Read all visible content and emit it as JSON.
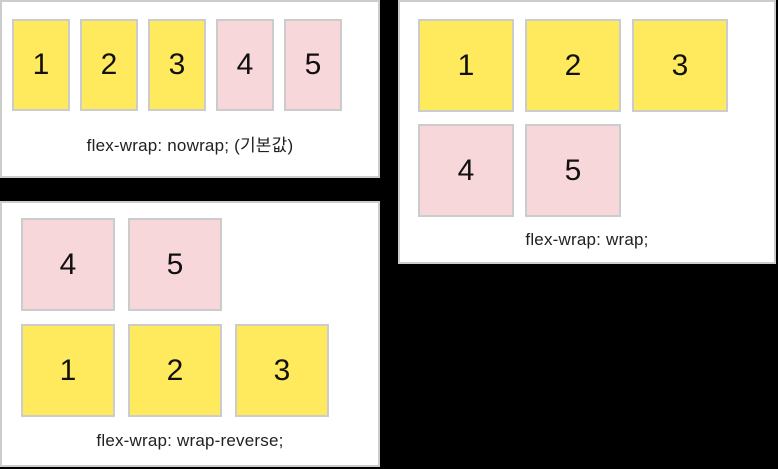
{
  "colors": {
    "page_bg": "#000000",
    "panel_bg": "#ffffff",
    "border_gray": "#cccccc",
    "yellow": "#ffe95c",
    "pink": "#f8d7da",
    "text_dark": "#212121",
    "number_dark": "#111111"
  },
  "panels": [
    {
      "id": "nowrap",
      "label": "flex-wrap: nowrap; (기본값)",
      "boxes": [
        {
          "n": "1",
          "type": "yellow"
        },
        {
          "n": "2",
          "type": "yellow"
        },
        {
          "n": "3",
          "type": "yellow"
        },
        {
          "n": "4",
          "type": "pink"
        },
        {
          "n": "5",
          "type": "pink"
        }
      ]
    },
    {
      "id": "wrap",
      "label": "flex-wrap: wrap;",
      "boxes": [
        {
          "n": "1",
          "type": "yellow"
        },
        {
          "n": "2",
          "type": "yellow"
        },
        {
          "n": "3",
          "type": "yellow"
        },
        {
          "n": "4",
          "type": "pink"
        },
        {
          "n": "5",
          "type": "pink"
        }
      ]
    },
    {
      "id": "wrap-reverse",
      "label": "flex-wrap: wrap-reverse;",
      "boxes": [
        {
          "n": "1",
          "type": "yellow"
        },
        {
          "n": "2",
          "type": "yellow"
        },
        {
          "n": "3",
          "type": "yellow"
        },
        {
          "n": "4",
          "type": "pink"
        },
        {
          "n": "5",
          "type": "pink"
        }
      ]
    }
  ]
}
